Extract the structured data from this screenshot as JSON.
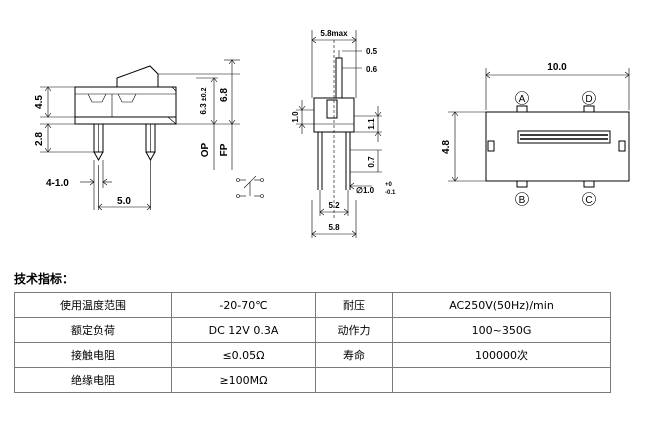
{
  "drawing": {
    "side_view": {
      "dim_height_left": "4.5",
      "dim_pin_left": "2.8",
      "dim_pin_offset": "4-1.0",
      "dim_pitch": "5.0",
      "dim_op_height": "6.3",
      "dim_op_tol": "±0.2",
      "dim_fp_height": "6.8",
      "label_op": "OP",
      "label_fp": "FP"
    },
    "end_view": {
      "dim_max_width": "5.8max",
      "dim_actuator_a": "0.5",
      "dim_actuator_b": "0.6",
      "dim_step_a": "1.0",
      "dim_step_b": "1.1",
      "dim_pin_length": "0.7",
      "dim_pin_dia": "∅1.0",
      "dim_pin_dia_tol_plus": "+0",
      "dim_pin_dia_tol_minus": "-0.1",
      "dim_pin_span": "5.2",
      "dim_body_width": "5.8"
    },
    "top_view": {
      "dim_length": "10.0",
      "dim_width": "4.8",
      "terminals": [
        "A",
        "D",
        "B",
        "C"
      ]
    }
  },
  "specs": {
    "heading": "技术指标：",
    "rows": [
      [
        "使用温度范围",
        "-20-70℃",
        "耐压",
        "AC250V(50Hz)/min"
      ],
      [
        "额定负荷",
        "DC 12V 0.3A",
        "动作力",
        "100~350G"
      ],
      [
        "接触电阻",
        "≤0.05Ω",
        "寿命",
        "100000次"
      ],
      [
        "绝缘电阻",
        "≥100MΩ",
        "",
        ""
      ]
    ]
  }
}
